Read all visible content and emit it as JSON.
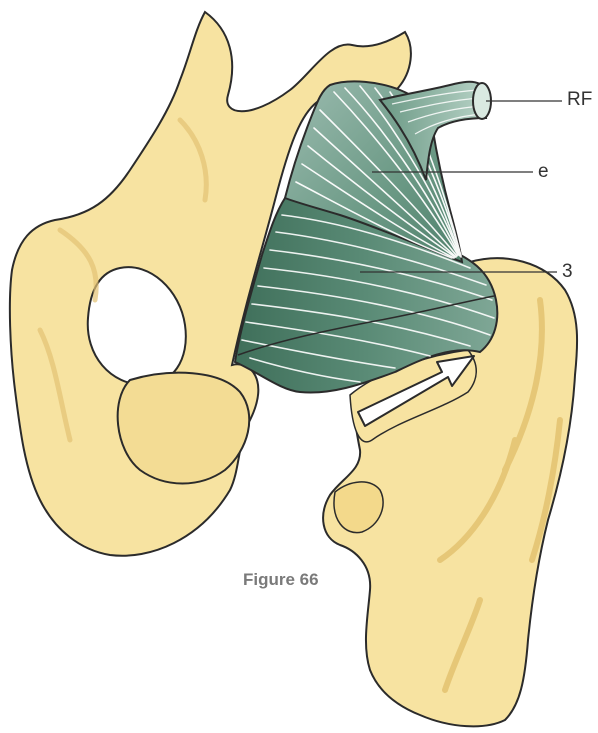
{
  "figure": {
    "caption": "Figure 66",
    "labels": {
      "rf": "RF",
      "e": "e",
      "three": "3"
    }
  },
  "colors": {
    "bone_fill": "#f7e3a1",
    "bone_outline": "#2b2b2b",
    "bone_shadow": "#e8c978",
    "muscle_dark": "#4a7a66",
    "muscle_mid": "#6b9985",
    "muscle_light": "#9cbcb0",
    "fiber": "#ffffff",
    "arrow_fill": "#ffffff",
    "leader_line": "#333333"
  },
  "icons": {
    "arrow": "movement-direction-arrow"
  }
}
